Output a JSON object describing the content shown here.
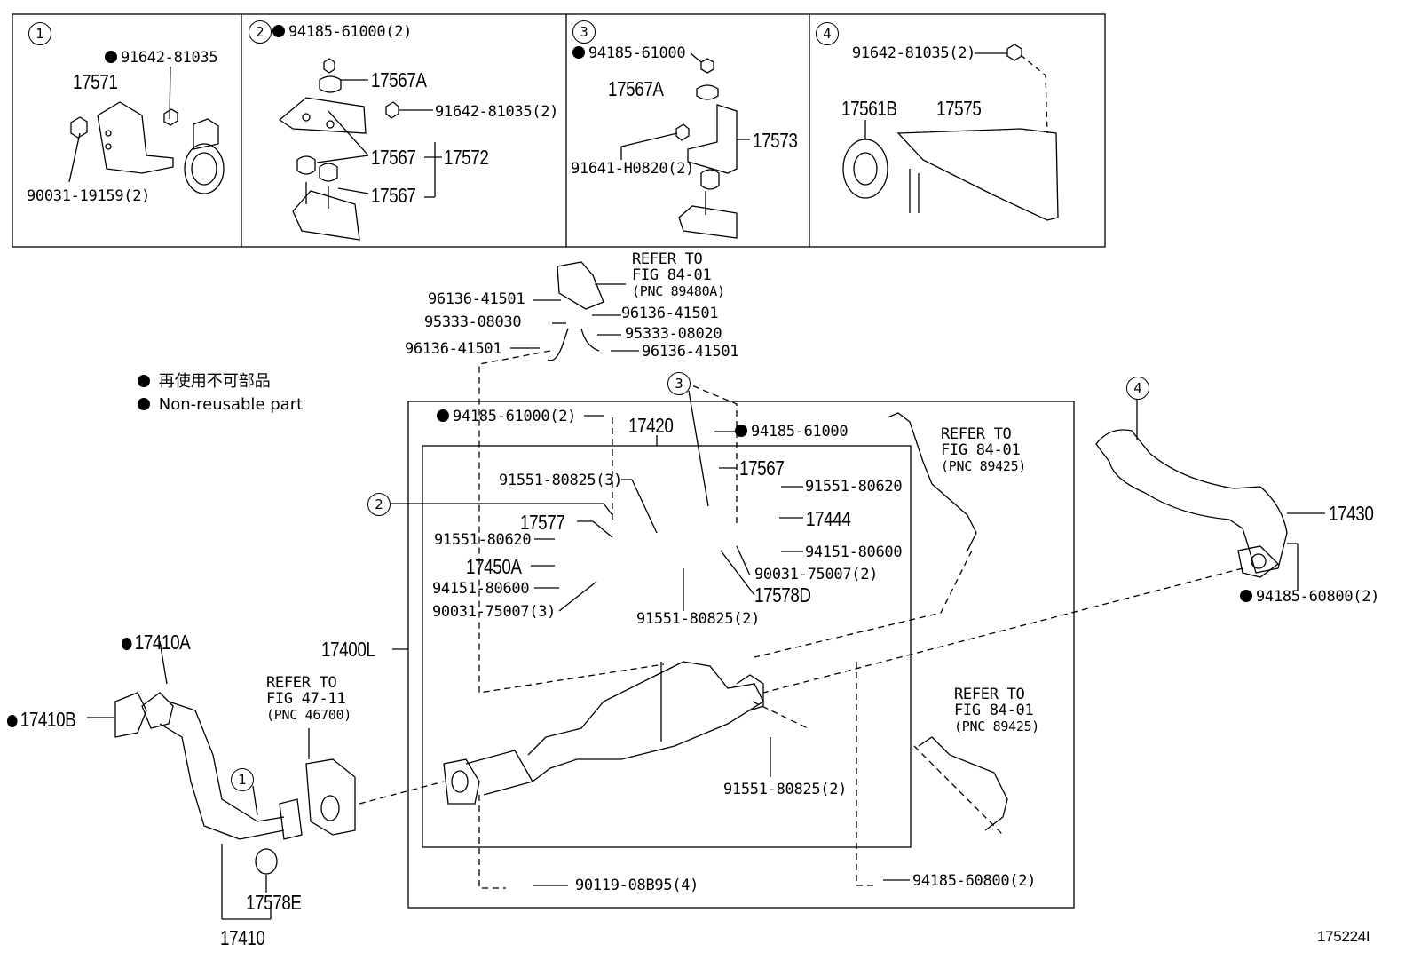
{
  "panels": [
    {
      "num": "1",
      "labels": [
        "91642-81035",
        "17571",
        "90031-19159(2)"
      ]
    },
    {
      "num": "2",
      "labels": [
        "94185-61000(2)",
        "17567A",
        "91642-81035(2)",
        "17567",
        "17572",
        "17567"
      ]
    },
    {
      "num": "3",
      "labels": [
        "94185-61000",
        "17567A",
        "17573",
        "91641-H0820(2)"
      ]
    },
    {
      "num": "4",
      "labels": [
        "91642-81035(2)",
        "17561B",
        "17575"
      ]
    }
  ],
  "legend": {
    "jp": "再使用不可部品",
    "en": "Non-reusable part"
  },
  "refs": {
    "a": [
      "REFER TO",
      "FIG 84-01",
      "(PNC 89480A)"
    ],
    "b": [
      "REFER TO",
      "FIG 84-01",
      "(PNC 89425)"
    ],
    "c": [
      "REFER TO",
      "FIG 47-11",
      "(PNC 46700)"
    ],
    "d": [
      "REFER TO",
      "FIG 84-01",
      "(PNC 89425)"
    ]
  },
  "hoses": [
    "96136-41501",
    "95333-08030",
    "96136-41501",
    "95333-08020",
    "96136-41501",
    "96136-41501"
  ],
  "main": [
    "94185-61000(2)",
    "17420",
    "94185-61000",
    "17567",
    "91551-80620",
    "17444",
    "91551-80825(3)",
    "17577",
    "91551-80620",
    "17450A",
    "94151-80600",
    "90031-75007(3)",
    "91551-80825(2)",
    "94151-80600",
    "90031-75007(2)",
    "17578D",
    "17400L",
    "91551-80825(2)",
    "90119-08B95(4)",
    "94185-60800(2)"
  ],
  "left": [
    "17410A",
    "17410B",
    "17578E",
    "17410"
  ],
  "right": [
    "17430",
    "94185-60800(2)"
  ],
  "callouts": [
    "1",
    "2",
    "3",
    "4"
  ],
  "figure_id": "175224I"
}
